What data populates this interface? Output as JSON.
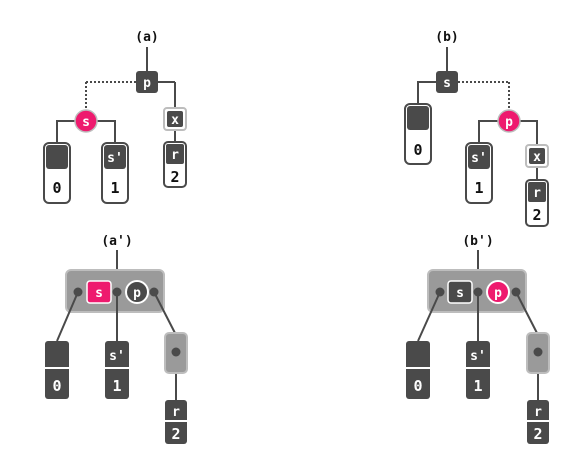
{
  "colors": {
    "dark": "#4a4a4a",
    "medium": "#9a9a9a",
    "light_border": "#bdbdbd",
    "accent": "#ee1a6e",
    "white": "#ffffff"
  },
  "panels": {
    "a": {
      "caption": "(a)",
      "node_p": "p",
      "node_s": "s",
      "node_x": "x",
      "leaf_s_prime_top": "s'",
      "leaf_s_prime_bottom": "1",
      "leaf_r_top": "r",
      "leaf_r_bottom": "2",
      "leaf_zero_bottom": "0"
    },
    "b": {
      "caption": "(b)",
      "node_s": "s",
      "node_p": "p",
      "node_x": "x",
      "leaf_s_prime_top": "s'",
      "leaf_s_prime_bottom": "1",
      "leaf_r_top": "r",
      "leaf_r_bottom": "2",
      "leaf_zero_bottom": "0"
    },
    "a_prime": {
      "caption": "(a')",
      "node_s": "s",
      "node_p": "p",
      "leaf_zero_bottom": "0",
      "leaf_s_prime_top": "s'",
      "leaf_s_prime_bottom": "1",
      "leaf_r_top": "r",
      "leaf_r_bottom": "2"
    },
    "b_prime": {
      "caption": "(b')",
      "node_s": "s",
      "node_p": "p",
      "leaf_zero_bottom": "0",
      "leaf_s_prime_top": "s'",
      "leaf_s_prime_bottom": "1",
      "leaf_r_top": "r",
      "leaf_r_bottom": "2"
    }
  }
}
